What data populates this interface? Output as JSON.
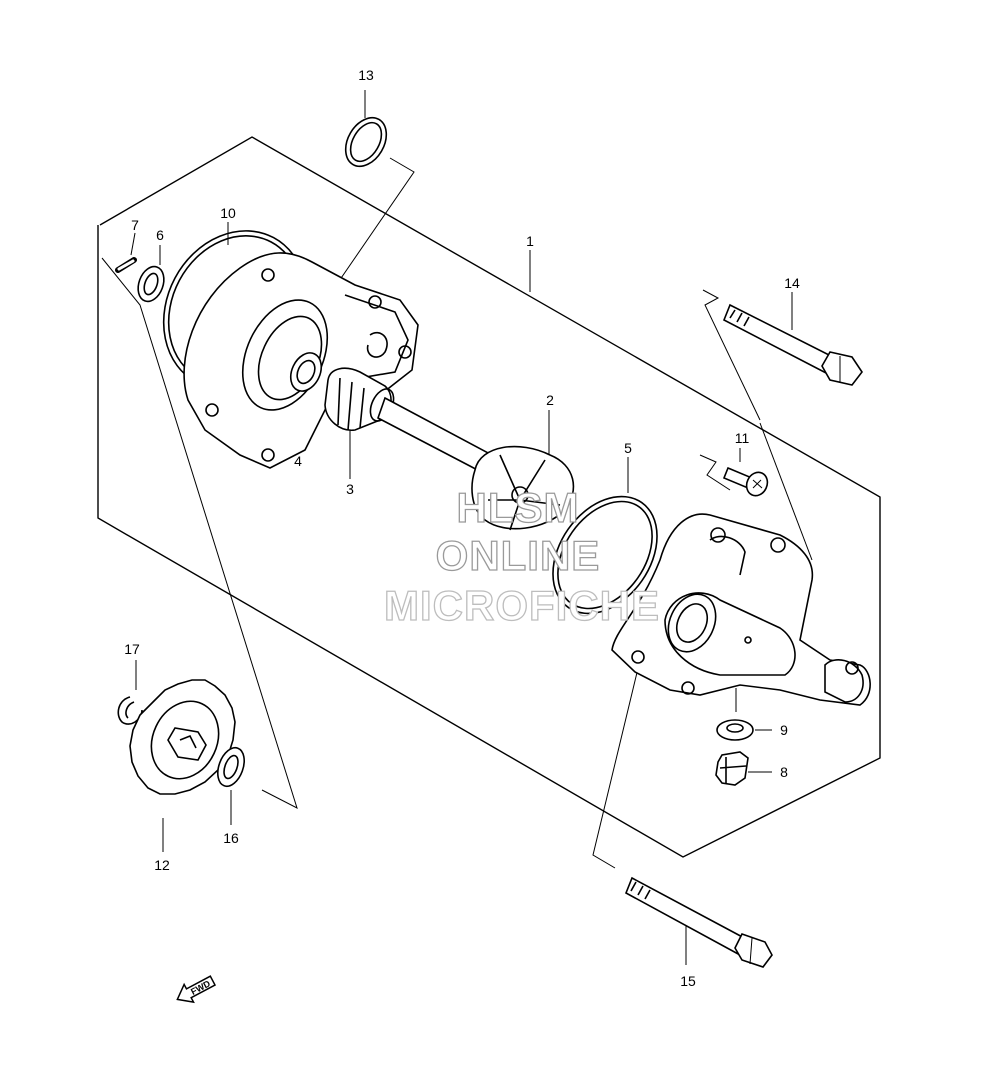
{
  "callouts": {
    "p1": "1",
    "p2": "2",
    "p3": "3",
    "p4": "4",
    "p5": "5",
    "p6": "6",
    "p7": "7",
    "p8": "8",
    "p9": "9",
    "p10": "10",
    "p11": "11",
    "p12": "12",
    "p13": "13",
    "p14": "14",
    "p15": "15",
    "p16": "16",
    "p17": "17"
  },
  "watermark": {
    "line1": "HLSM",
    "line2": "ONLINE",
    "line3": "MICROFICHE"
  },
  "direction_marker": "FWD"
}
